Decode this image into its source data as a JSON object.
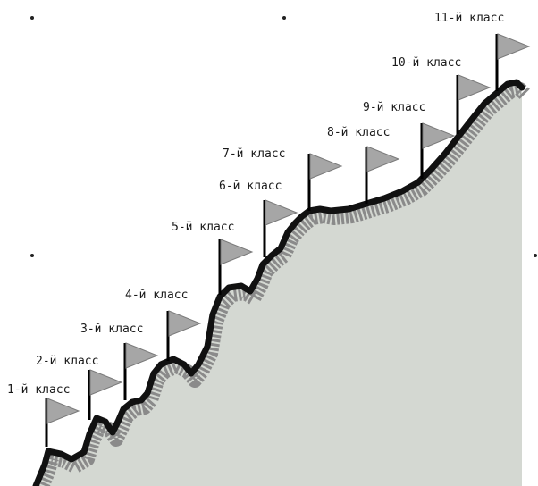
{
  "diagram": {
    "colors": {
      "mountain": "#d4d8d2",
      "ridge": "#111111",
      "ridge_texture": "#8a8a8a",
      "flag": "#a6a6a6",
      "flag_outline": "#7a7a7a",
      "pole": "#000000",
      "dot": "#222222"
    },
    "flags": [
      {
        "label": "1-й класс"
      },
      {
        "label": "2-й класс"
      },
      {
        "label": "3-й класс"
      },
      {
        "label": "4-й класс"
      },
      {
        "label": "5-й класс"
      },
      {
        "label": "6-й класс"
      },
      {
        "label": "7-й класс"
      },
      {
        "label": "8-й класс"
      },
      {
        "label": "9-й класс"
      },
      {
        "label": "10-й класс"
      },
      {
        "label": "11-й класс"
      }
    ]
  }
}
